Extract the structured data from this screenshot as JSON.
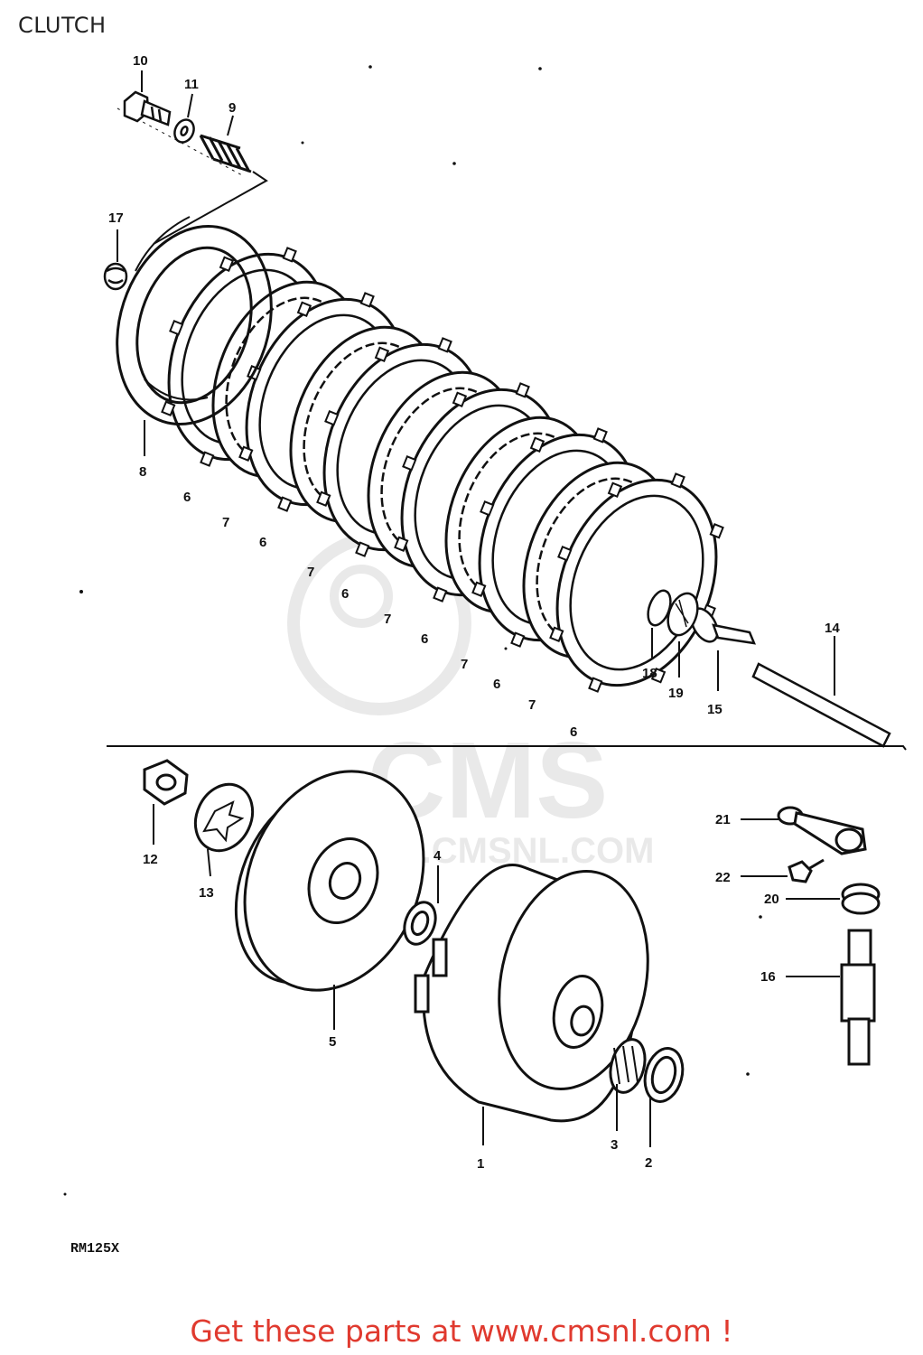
{
  "page": {
    "title": "CLUTCH",
    "model_code": "RM125X",
    "cta": "Get these parts at www.cmsnl.com !"
  },
  "watermark": {
    "brand": "CMS",
    "url": "WWW.CMSNL.COM"
  },
  "parts": [
    {
      "id": "p1",
      "label": "1",
      "name": "clutch-housing"
    },
    {
      "id": "p2",
      "label": "2",
      "name": "thrust-washer"
    },
    {
      "id": "p3",
      "label": "3",
      "name": "needle-bearing"
    },
    {
      "id": "p4",
      "label": "4",
      "name": "washer"
    },
    {
      "id": "p5",
      "label": "5",
      "name": "clutch-sleeve-hub"
    },
    {
      "id": "p6a",
      "label": "6",
      "name": "drive-plate"
    },
    {
      "id": "p6b",
      "label": "6",
      "name": "drive-plate"
    },
    {
      "id": "p6c",
      "label": "6",
      "name": "drive-plate"
    },
    {
      "id": "p6d",
      "label": "6",
      "name": "drive-plate"
    },
    {
      "id": "p6e",
      "label": "6",
      "name": "drive-plate"
    },
    {
      "id": "p6f",
      "label": "6",
      "name": "drive-plate"
    },
    {
      "id": "p7a",
      "label": "7",
      "name": "driven-plate"
    },
    {
      "id": "p7b",
      "label": "7",
      "name": "driven-plate"
    },
    {
      "id": "p7c",
      "label": "7",
      "name": "driven-plate"
    },
    {
      "id": "p7d",
      "label": "7",
      "name": "driven-plate"
    },
    {
      "id": "p7e",
      "label": "7",
      "name": "driven-plate"
    },
    {
      "id": "p8",
      "label": "8",
      "name": "pressure-plate"
    },
    {
      "id": "p9",
      "label": "9",
      "name": "clutch-spring"
    },
    {
      "id": "p10",
      "label": "10",
      "name": "bolt"
    },
    {
      "id": "p11",
      "label": "11",
      "name": "washer"
    },
    {
      "id": "p12",
      "label": "12",
      "name": "nut"
    },
    {
      "id": "p13",
      "label": "13",
      "name": "lock-washer"
    },
    {
      "id": "p14",
      "label": "14",
      "name": "push-rod"
    },
    {
      "id": "p15",
      "label": "15",
      "name": "push-piece"
    },
    {
      "id": "p16",
      "label": "16",
      "name": "release-shaft"
    },
    {
      "id": "p17",
      "label": "17",
      "name": "bearing"
    },
    {
      "id": "p18",
      "label": "18",
      "name": "washer"
    },
    {
      "id": "p19",
      "label": "19",
      "name": "bearing"
    },
    {
      "id": "p20",
      "label": "20",
      "name": "oil-seal"
    },
    {
      "id": "p21",
      "label": "21",
      "name": "release-arm"
    },
    {
      "id": "p22",
      "label": "22",
      "name": "bolt"
    }
  ]
}
